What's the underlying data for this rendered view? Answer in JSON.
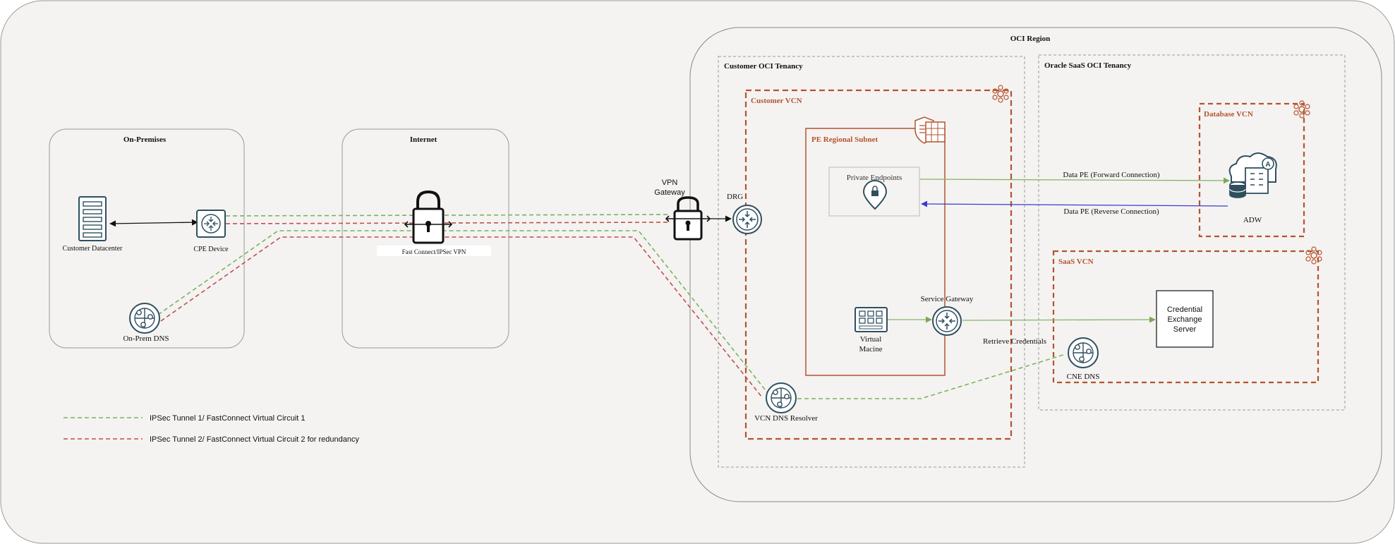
{
  "regions": {
    "oci_region": "OCI Region",
    "customer_tenancy": "Customer OCI Tenancy",
    "saas_tenancy": "Oracle SaaS OCI Tenancy",
    "customer_vcn": "Customer VCN",
    "pe_subnet": "PE Regional Subnet",
    "database_vcn": "Database VCN",
    "saas_vcn": "SaaS VCN",
    "on_premises": "On-Premises",
    "internet": "Internet"
  },
  "nodes": {
    "customer_datacenter": "Customer Datacenter",
    "cpe_device": "CPE Device",
    "on_prem_dns": "On-Prem DNS",
    "fastconnect_vpn": "Fast Connect/IPSec VPN",
    "vpn_gateway_line1": "VPN",
    "vpn_gateway_line2": "Gateway",
    "drg": "DRG",
    "private_endpoints": "Private Endpoints",
    "virtual_machine_line1": "Virtual",
    "virtual_machine_line2": "Macine",
    "service_gateway": "Service Gateway",
    "vcn_dns_resolver": "VCN DNS Resolver",
    "adw": "ADW",
    "credential_server_line1": "Credential",
    "credential_server_line2": "Exchange",
    "credential_server_line3": "Server",
    "cne_dns": "CNE DNS"
  },
  "edges": {
    "data_pe_forward": "Data PE (Forward Connection)",
    "data_pe_reverse": "Data PE (Reverse Connection)",
    "retrieve_credentials": "Retrieve Credentials"
  },
  "legend": {
    "tunnel1": "IPSec Tunnel 1/ FastConnect Virtual Circuit 1",
    "tunnel2": "IPSec Tunnel 2/ FastConnect Virtual Circuit 2 for redundancy"
  },
  "colors": {
    "oracle_brown": "#b5532f",
    "tunnel1_green": "#7ab35d",
    "tunnel2_red": "#c0504d",
    "forward_green": "#86b36a",
    "reverse_blue": "#3a3ad6",
    "icon_teal": "#2f4f5f"
  }
}
